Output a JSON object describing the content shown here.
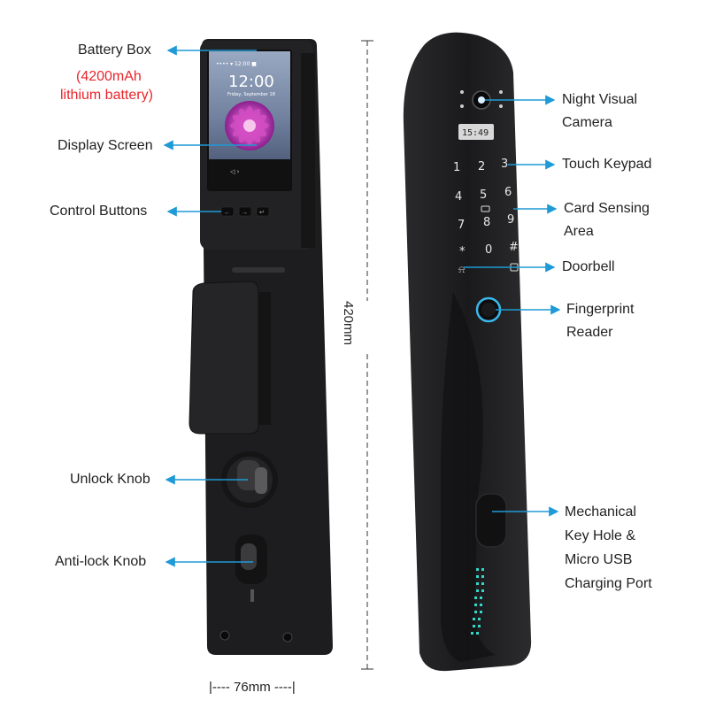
{
  "labels": {
    "battery_box": "Battery Box",
    "battery_note_1": "(4200mAh",
    "battery_note_2": "lithium battery)",
    "display_screen": "Display Screen",
    "control_buttons": "Control Buttons",
    "unlock_knob": "Unlock Knob",
    "anti_lock_knob": "Anti-lock Knob",
    "night_camera_1": "Night Visual",
    "night_camera_2": "Camera",
    "touch_keypad": "Touch Keypad",
    "card_area_1": "Card Sensing",
    "card_area_2": "Area",
    "doorbell": "Doorbell",
    "fingerprint_1": "Fingerprint",
    "fingerprint_2": "Reader",
    "mech_1": "Mechanical",
    "mech_2": "Key Hole &",
    "mech_3": "Micro USB",
    "mech_4": "Charging Port"
  },
  "dimensions": {
    "height": "420mm",
    "width": "|---- 76mm ----|"
  },
  "screen": {
    "time": "12:00",
    "date": "Friday, September 18",
    "status": "••••  ▾   12:00   ■"
  },
  "keypad_display": "15:49",
  "keys": [
    "1",
    "2",
    "3",
    "4",
    "5",
    "6",
    "7",
    "8",
    "9",
    "*",
    "0",
    "#"
  ],
  "colors": {
    "arrow": "#1e9ad6",
    "accent_red": "#e8262c",
    "body": "#1c1c1e",
    "fingerprint_ring": "#3ab7ea",
    "usb_led": "#35d7c8"
  }
}
